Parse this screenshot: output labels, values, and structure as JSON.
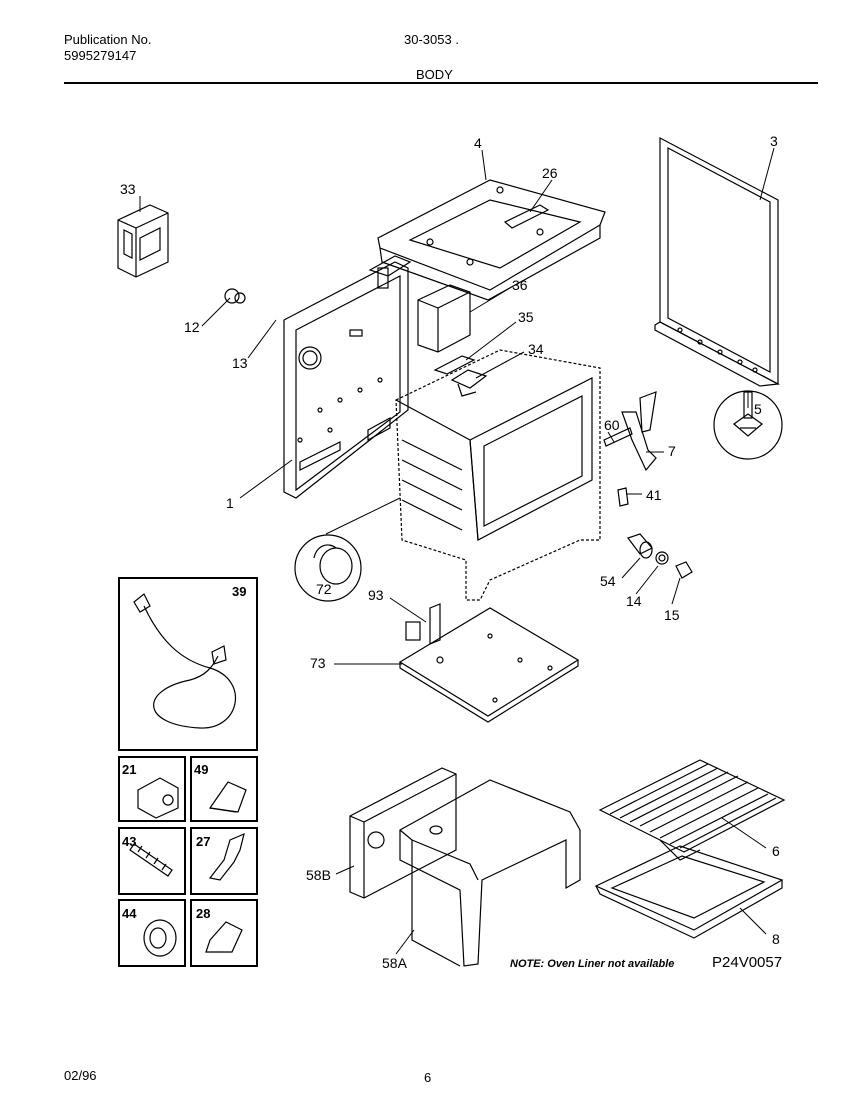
{
  "header": {
    "publication_label": "Publication No.",
    "publication_number": "5995279147",
    "model": "30-3053 .",
    "section_title": "BODY"
  },
  "parts": {
    "p1": "1",
    "p3": "3",
    "p4": "4",
    "p5": "5",
    "p6": "6",
    "p7": "7",
    "p8": "8",
    "p12": "12",
    "p13": "13",
    "p14": "14",
    "p15": "15",
    "p21": "21",
    "p26": "26",
    "p27": "27",
    "p28": "28",
    "p33": "33",
    "p34": "34",
    "p35": "35",
    "p36": "36",
    "p39": "39",
    "p41": "41",
    "p43": "43",
    "p44": "44",
    "p49": "49",
    "p54": "54",
    "p58A": "58A",
    "p58B": "58B",
    "p60": "60",
    "p72": "72",
    "p73": "73",
    "p93": "93"
  },
  "note": "NOTE: Oven Liner not available",
  "diagram_code": "P24V0057",
  "footer": {
    "date": "02/96",
    "page": "6"
  }
}
